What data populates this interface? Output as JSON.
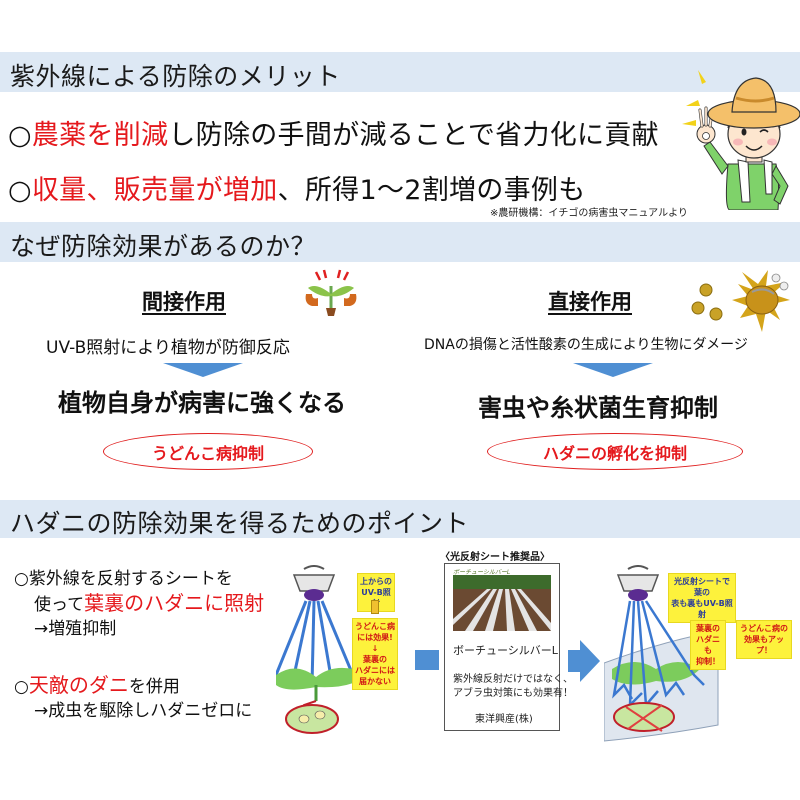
{
  "section1": {
    "title": "紫外線による防除のメリット",
    "bullets": [
      {
        "marker": "○",
        "highlight": "農薬を削減",
        "rest": "し防除の手間が減ることで省力化に貢献"
      },
      {
        "marker": "○",
        "highlight": "収量、販売量が増加",
        "rest": "、所得1～2割増の事例も"
      }
    ],
    "source_note": "※農研機構：イチゴの病害虫マニュアルより",
    "illustration": "farmer-ok-sign-icon"
  },
  "section2": {
    "title": "なぜ防除効果があるのか？",
    "left": {
      "heading": "間接作用",
      "description": "UV-B照射により植物が防御反応",
      "result": "植物自身が病害に強くなる",
      "effect": "うどんこ病抑制",
      "icon": "strong-plant-icon"
    },
    "right": {
      "heading": "直接作用",
      "description": "DNAの損傷と活性酸素の生成により生物にダメージ",
      "result": "害虫や糸状菌生育抑制",
      "effect": "ハダニの孵化を抑制",
      "icon": "damaged-mite-icon"
    },
    "arrow_color": "#4f8fd3"
  },
  "section3": {
    "title": "ハダニの防除効果を得るためのポイント",
    "points": [
      {
        "line1": "○紫外線を反射するシートを",
        "line2_prefix": "使って",
        "line2_highlight": "葉裏のハダニに照射",
        "line3": "→増殖抑制"
      },
      {
        "marker": "○",
        "highlight": "天敵のダニ",
        "rest": "を併用",
        "line2": "→成虫を駆除しハダニゼロに"
      }
    ],
    "diagram_before": {
      "callout_top": [
        "上からの",
        "UV-B照射"
      ],
      "callout_bottom": [
        "うどんこ病",
        "には効果!",
        "↓",
        "葉裏の",
        "ハダニには",
        "届かない"
      ]
    },
    "product": {
      "caption": "〈光反射シート推奨品〉",
      "photo_label": "ボーチューシルバーL",
      "name": "ボーチューシルバーL",
      "description": [
        "紫外線反射だけではなく、",
        "アブラ虫対策にも効果有！"
      ],
      "maker": "東洋興産(株)"
    },
    "diagram_after": {
      "callout_top": [
        "光反射シートで葉の",
        "表も裏もUV-B照射"
      ],
      "callout_left": [
        "葉裏の",
        "ハダニも",
        "抑制！"
      ],
      "callout_right": [
        "うどんこ病の",
        "効果もアップ！"
      ]
    }
  },
  "colors": {
    "band": "#dde8f4",
    "accent_red": "#e5191d",
    "arrow_blue": "#4f8fd3",
    "callout_yellow": "#fdf23c"
  }
}
